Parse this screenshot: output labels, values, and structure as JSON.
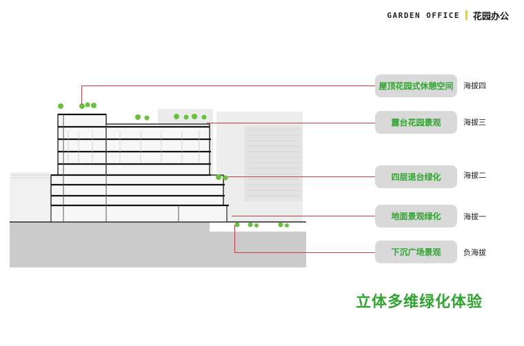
{
  "header": {
    "title_en": "GARDEN OFFICE",
    "title_cn": "花园办公"
  },
  "levels": [
    {
      "label": "屋顶花园式休憩空间",
      "altitude": "海拔四"
    },
    {
      "label": "露台花园景观",
      "altitude": "海拔三"
    },
    {
      "label": "四层退台绿化",
      "altitude": "海拔二"
    },
    {
      "label": "地面景观绿化",
      "altitude": "海拔一"
    },
    {
      "label": "下沉广场景观",
      "altitude": "负海拔"
    }
  ],
  "slogan": "立体多维绿化体验",
  "colors": {
    "accent_green": "#2ea52e",
    "leader_red": "#cf3b45",
    "pill_gray": "#d9d9d9",
    "header_yellow": "#f2d300"
  }
}
